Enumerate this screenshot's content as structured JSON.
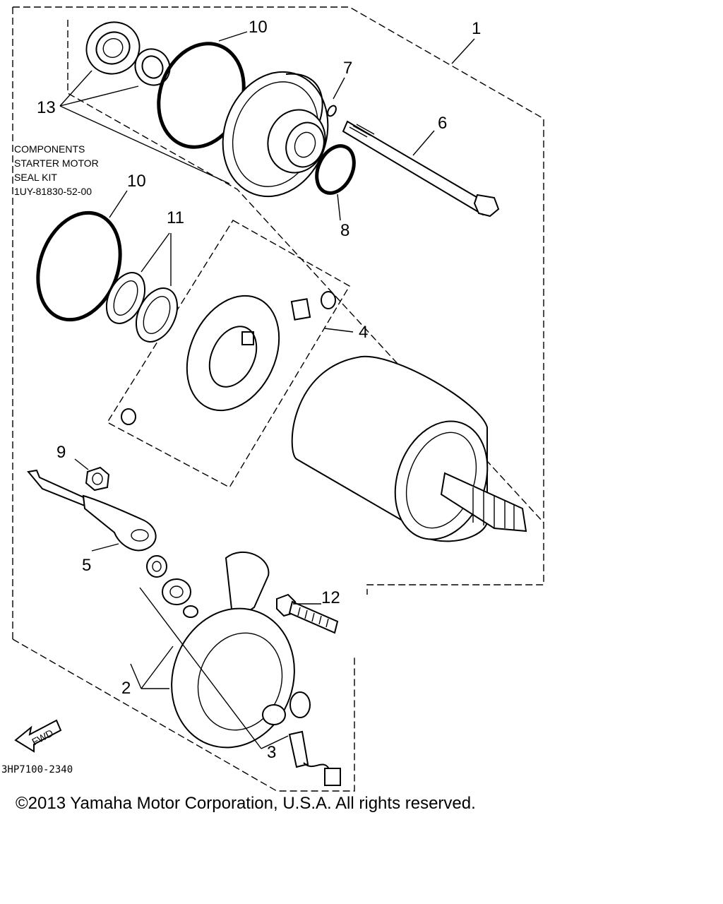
{
  "callouts": {
    "c1": "1",
    "c2": "2",
    "c3": "3",
    "c4": "4",
    "c5": "5",
    "c6": "6",
    "c7": "7",
    "c8": "8",
    "c9": "9",
    "c10a": "10",
    "c10b": "10",
    "c11": "11",
    "c12": "12",
    "c13": "13"
  },
  "kit_note": {
    "line1": "COMPONENTS",
    "line2": "STARTER MOTOR",
    "line3": "SEAL KIT",
    "part_number": "1UY-81830-52-00"
  },
  "direction_label": "FWD",
  "diagram_code": "3HP7100-2340",
  "copyright": "©2013 Yamaha Motor Corporation, U.S.A. All rights reserved."
}
